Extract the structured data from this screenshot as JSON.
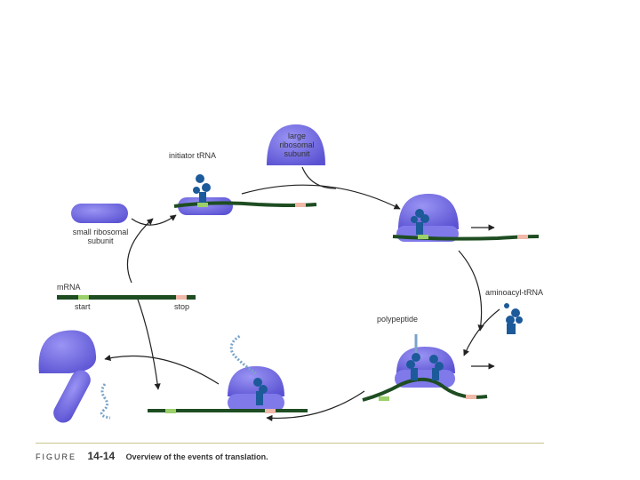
{
  "labels": {
    "large_subunit": [
      "large",
      "ribosomal",
      "subunit"
    ],
    "initiator_trna": "initiator tRNA",
    "small_subunit": [
      "small ribosomal",
      "subunit"
    ],
    "mrna": "mRNA",
    "start": "start",
    "stop": "stop",
    "aminoacyl_trna": "aminoacyl-tRNA",
    "polypeptide": "polypeptide"
  },
  "caption": {
    "word": "FIGURE",
    "number": "14-14",
    "text": "Overview of the events of translation."
  },
  "colors": {
    "ribosome": "#6b63e0",
    "ribosome_light": "#8f8cf0",
    "trna": "#1c5a9a",
    "mrna": "#1e4d22",
    "start_codon": "#9bd06a",
    "stop_codon": "#f0b8a8",
    "arrow": "#222222"
  }
}
